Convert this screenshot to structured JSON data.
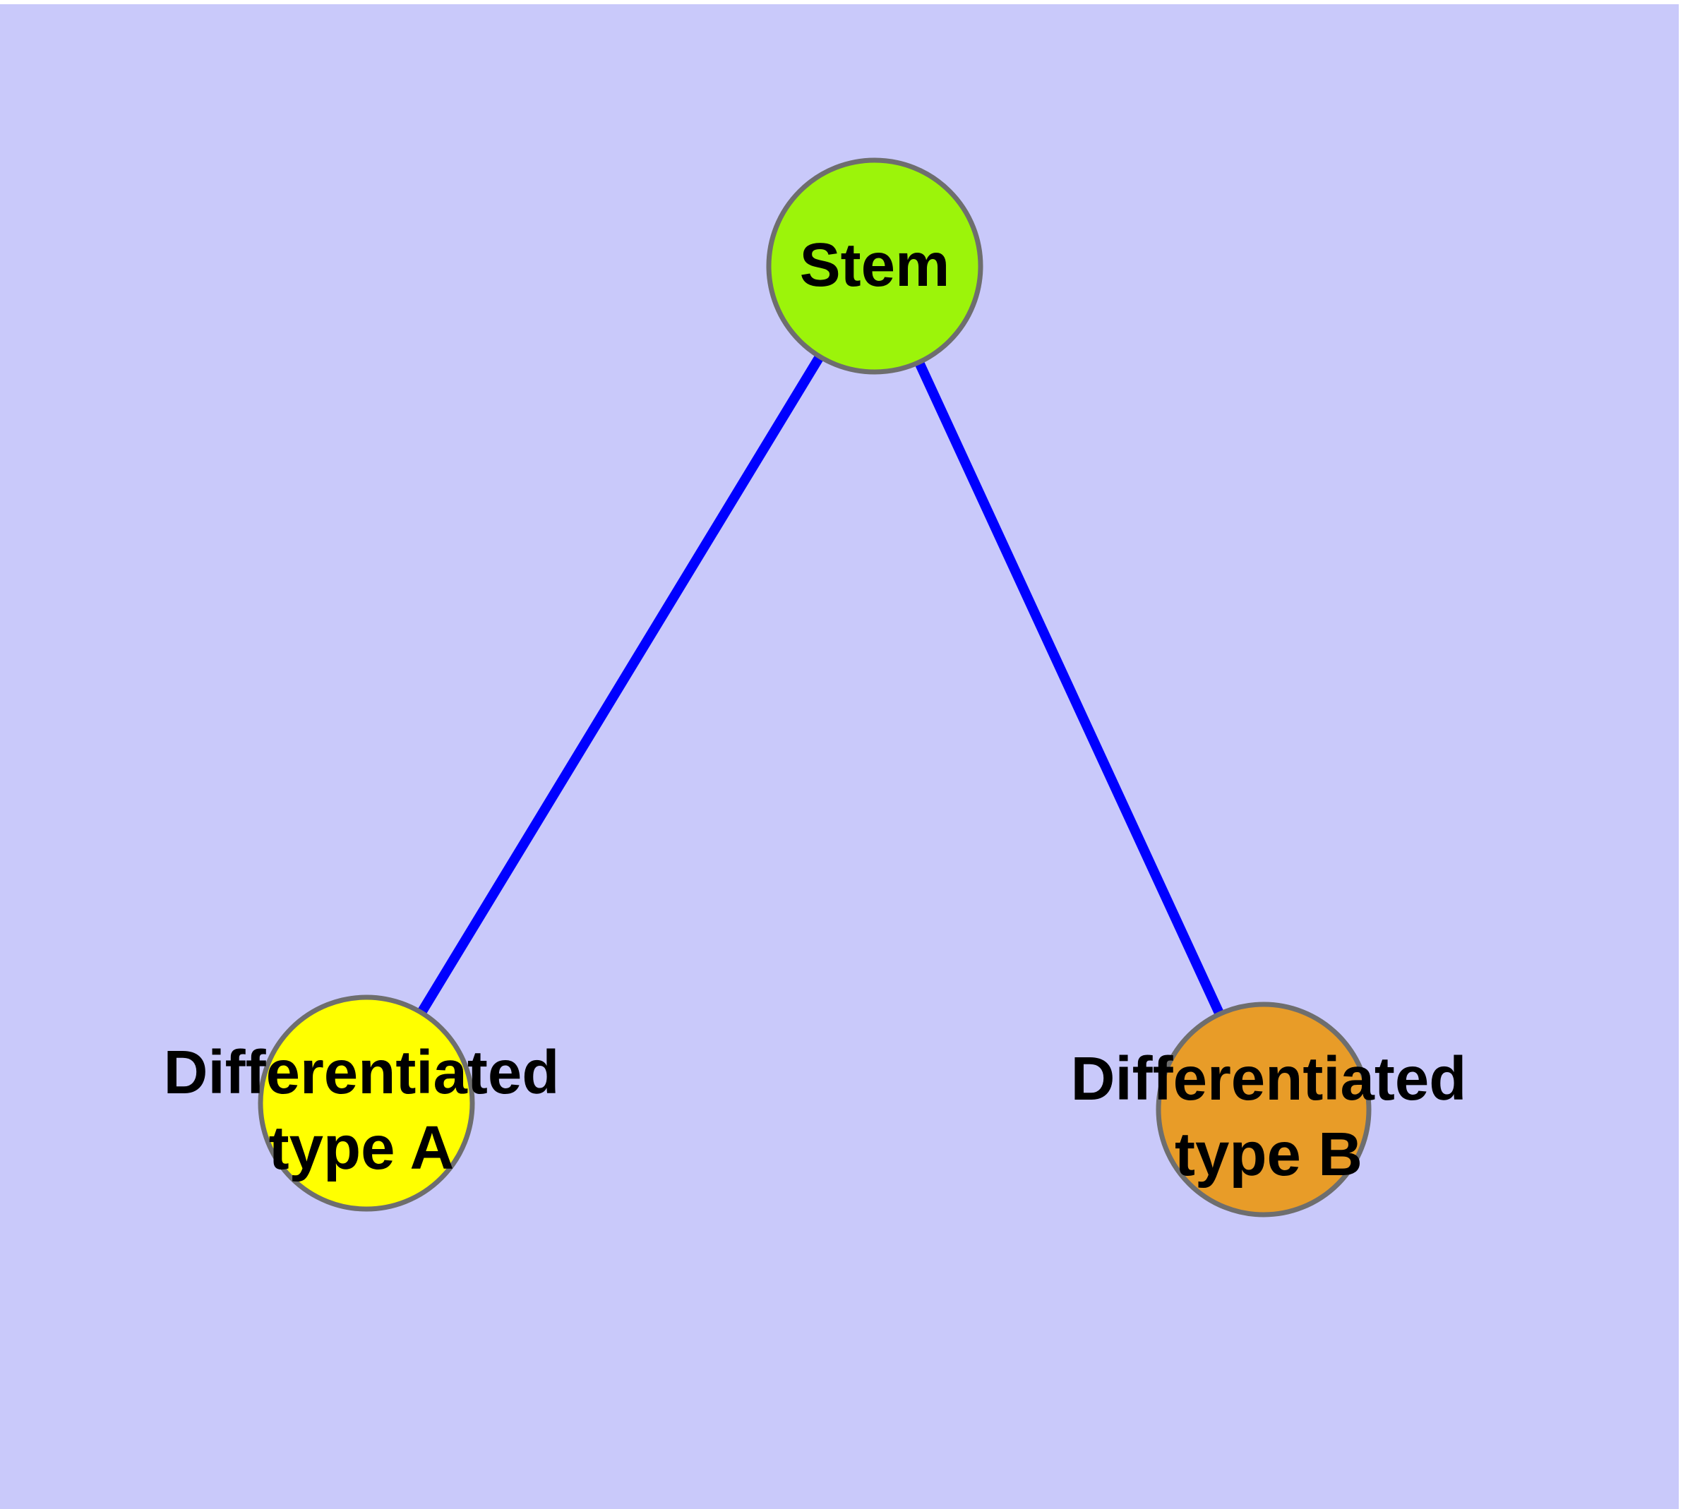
{
  "diagram": {
    "background_color": "#C9C9FA",
    "frame_color": "#FFFFFF",
    "text_color": "#000000",
    "node_border_color": "#6E6E6E",
    "edge_color": "#0000FF",
    "nodes": [
      {
        "id": "stem",
        "label": "Stem",
        "line1": "Stem",
        "line2": "",
        "fill": "#9CF40A"
      },
      {
        "id": "differentiated-type-a",
        "label": "Differentiated type A",
        "line1": "Differentiated",
        "line2": "type A",
        "fill": "#FFFF00"
      },
      {
        "id": "differentiated-type-b",
        "label": "Differentiated type B",
        "line1": "Differentiated",
        "line2": "type B",
        "fill": "#E89C28"
      }
    ],
    "edges": [
      {
        "from": "Stem",
        "to": "Differentiated type A"
      },
      {
        "from": "Stem",
        "to": "Differentiated type B"
      }
    ]
  }
}
